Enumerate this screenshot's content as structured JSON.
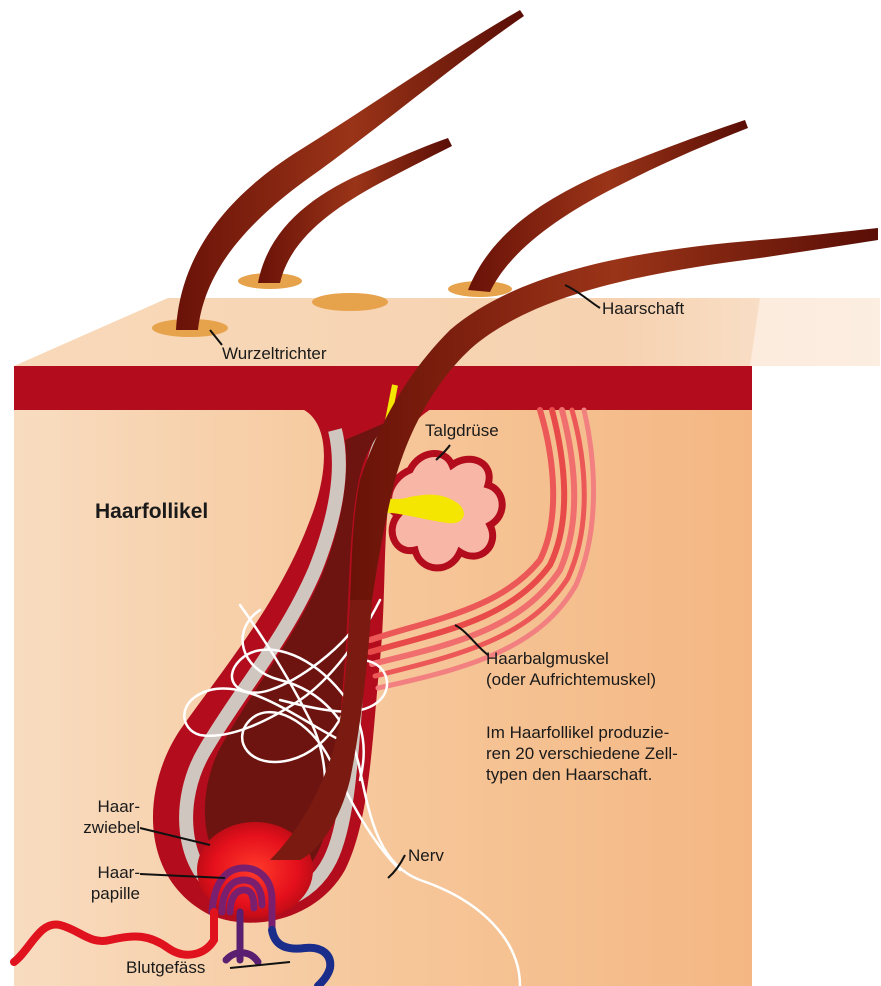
{
  "title": "Haarfollikel",
  "labels": {
    "wurzeltrichter": "Wurzeltrichter",
    "haarschaft": "Haarschaft",
    "talgdruese": "Talgdrüse",
    "haarbalgmuskel": "Haarbalgmuskel\n(oder Aufrichtemuskel)",
    "haarzwiebel": "Haar-\nzwiebel",
    "haarpapille": "Haar-\npapille",
    "nerv": "Nerv",
    "blutgefaess": "Blutgefäss"
  },
  "caption": "Im Haarfollikel produzie-\nren 20 verschiedene Zell-\ntypen den Haarschaft.",
  "colors": {
    "skin_top": "#f6d6b4",
    "skin_front": "#f5c190",
    "epidermis": "#b30d1d",
    "hair": "#7a1a10",
    "sebum": "#f4e600",
    "gland": "#f7b6a6",
    "muscle": "#e84a4a",
    "bulb": "#e0121d",
    "vein": "#1a2d8a",
    "nerve": "#ffffff"
  }
}
